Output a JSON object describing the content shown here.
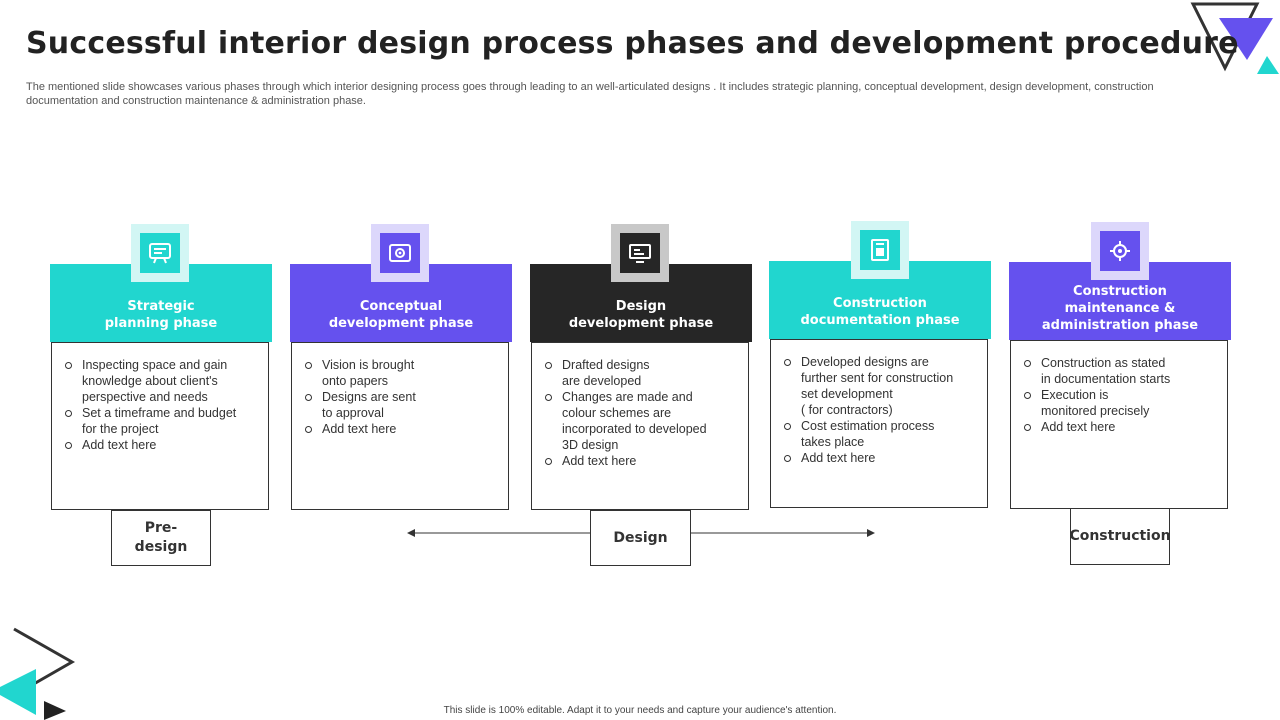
{
  "title": "Successful interior design process phases and development procedure",
  "subtitle": "The mentioned slide showcases various phases through which interior designing process goes through leading to an well-articulated designs . It includes strategic planning, conceptual development, design development, construction documentation and construction maintenance & administration phase.",
  "colors": {
    "teal": "#21D6CF",
    "purple": "#6551EE",
    "dark": "#262626"
  },
  "phases": [
    {
      "heading": "Strategic\nplanning phase",
      "icon": "planning-board-icon",
      "bullets": [
        "Inspecting space and gain\nknowledge  about client's\nperspective and needs",
        "Set a timeframe  and budget\nfor the project",
        "Add text here"
      ]
    },
    {
      "heading": "Conceptual\ndevelopment phase",
      "icon": "concept-image-icon",
      "bullets": [
        "Vision is brought\nonto papers",
        "Designs are sent\n to approval",
        "Add text here"
      ]
    },
    {
      "heading": "Design\ndevelopment phase",
      "icon": "design-monitor-icon",
      "bullets": [
        "Drafted designs\nare developed",
        "Changes are made and\ncolour schemes are\nincorporated to developed\n3D design",
        "Add text here"
      ]
    },
    {
      "heading": "Construction\ndocumentation phase",
      "icon": "construction-document-icon",
      "bullets": [
        "Developed  designs are\nfurther sent for construction\nset development\n( for contractors)",
        "Cost estimation process\ntakes place",
        "Add text here"
      ]
    },
    {
      "heading": "Construction\nmaintenance &\nadministration phase",
      "icon": "maintenance-gear-icon",
      "bullets": [
        "Construction as stated\nin documentation starts",
        "Execution is\nmonitored precisely",
        "Add text here"
      ]
    }
  ],
  "stages": {
    "predesign": "Pre-\ndesign",
    "design": "Design",
    "construction": "Construction"
  },
  "footer": "This slide is 100% editable.  Adapt it to your needs and capture your audience's attention."
}
